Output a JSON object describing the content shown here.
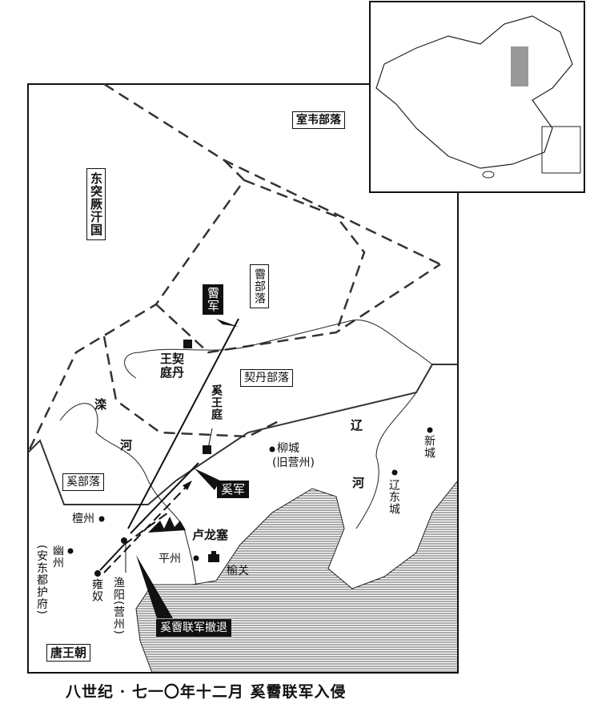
{
  "map": {
    "title": "八世纪 · 七一〇年十二月   奚霫联军入侵",
    "regions": {
      "shiwei": "室韦部落",
      "tujue": "东突厥汗国",
      "xi_tribe_north": "霫部落",
      "qidan": "契丹部落",
      "xi_tribe": "奚部落",
      "tang": "唐王朝"
    },
    "armies": {
      "xi_army_north": "霫军",
      "xi_army": "奚军",
      "retreat": "奚霫联军撤退"
    },
    "places": {
      "qidan_court": "王契\n庭丹",
      "xi_court": "奚王庭",
      "luan_river_1": "滦",
      "luan_river_2": "河",
      "liao_river_1": "辽",
      "liao_river_2": "河",
      "xincheng": "新城",
      "liucheng": "柳城",
      "liucheng_note": "(旧营州)",
      "liaodong": "辽东城",
      "tanzhou": "檀州",
      "youzhou": "幽州",
      "andong": "(安东都护府)",
      "lulongsai": "卢龙塞",
      "pingzhou": "平州",
      "yuguan": "榆关",
      "yuyang": "渔阳(营州)",
      "yongnu": "雍奴"
    }
  }
}
